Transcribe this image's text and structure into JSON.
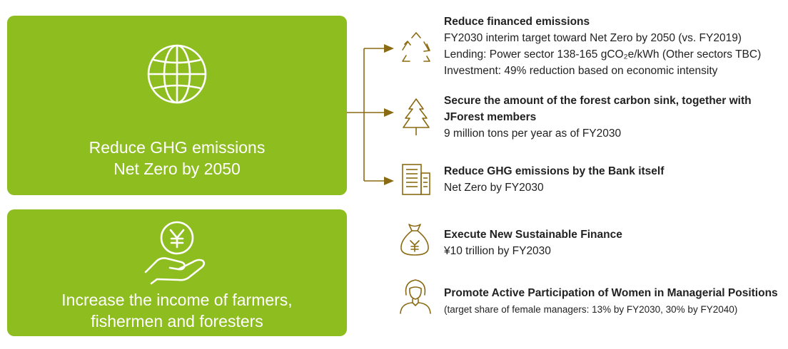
{
  "colors": {
    "accent_green": "#8ebd1f",
    "brown": "#8b6a14"
  },
  "left": {
    "ghg_box": {
      "title_line1": "Reduce GHG emissions",
      "title_line2": "Net Zero by 2050",
      "icon": "globe-icon"
    },
    "income_box": {
      "title_line1": "Increase the income of farmers,",
      "title_line2": "fishermen and foresters",
      "icon": "yen-hand-icon"
    }
  },
  "right": {
    "financed": {
      "icon": "recycle-icon",
      "heading": "Reduce financed emissions",
      "line1": "FY2030 interim target toward Net Zero by 2050 (vs. FY2019)",
      "line2": "Lending: Power sector 138-165 gCO₂e/kWh (Other sectors TBC)",
      "line3": "Investment: 49% reduction based on economic intensity"
    },
    "forest": {
      "icon": "tree-icon",
      "heading_line1": "Secure the amount of the forest carbon sink, together with",
      "heading_line2": "JForest members",
      "line1": "9 million tons per year as of FY2030"
    },
    "bank": {
      "icon": "building-icon",
      "heading": "Reduce GHG emissions by the Bank itself",
      "line1": "Net Zero by FY2030"
    },
    "finance": {
      "icon": "money-bag-icon",
      "heading": "Execute New Sustainable Finance",
      "line1": "¥10 trillion by FY2030"
    },
    "women": {
      "icon": "woman-icon",
      "heading": "Promote Active Participation of Women in Managerial Positions",
      "line1": "(target share of female managers: 13% by FY2030, 30% by FY2040)"
    }
  }
}
